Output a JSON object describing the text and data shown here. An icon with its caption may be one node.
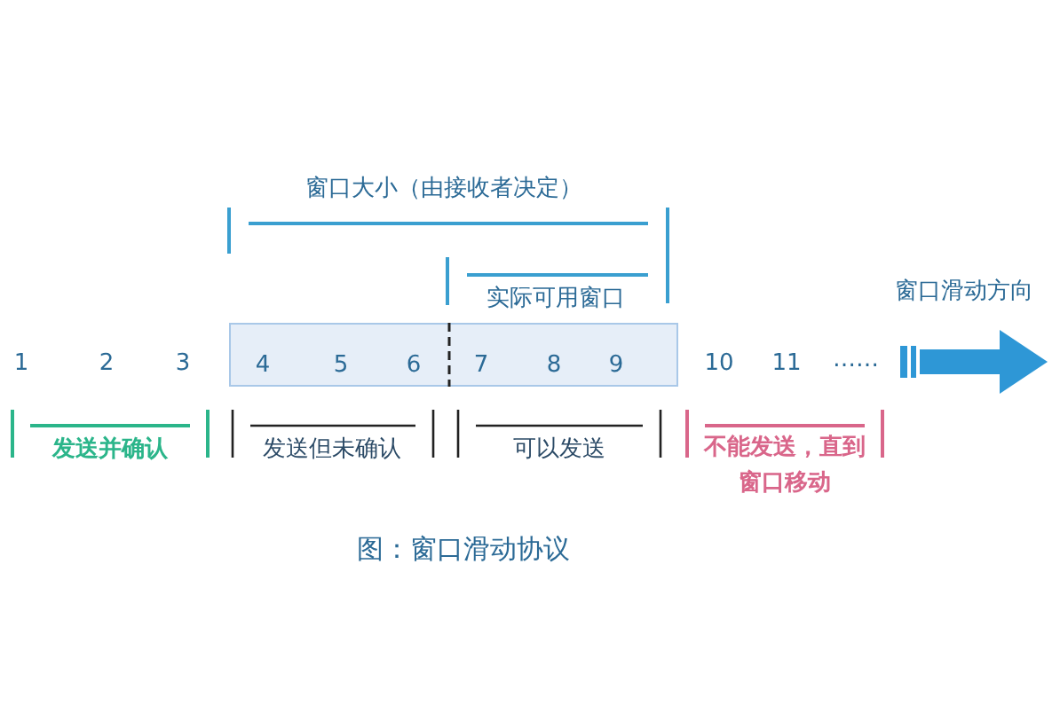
{
  "diagram": {
    "caption": "图：窗口滑动协议",
    "nodes": [
      {
        "text": [
          "4",
          "5",
          "6",
          "7",
          "8",
          "9"
        ]
      }
    ],
    "labels": [
      "窗口大小（由接收者决定）",
      "实际可用窗口",
      "窗口滑动方向",
      "1",
      "2",
      "3",
      "10",
      "11",
      "……",
      "发送并确认",
      "发送但未确认",
      "可以发送",
      "不能发送，直到窗口移动"
    ]
  }
}
